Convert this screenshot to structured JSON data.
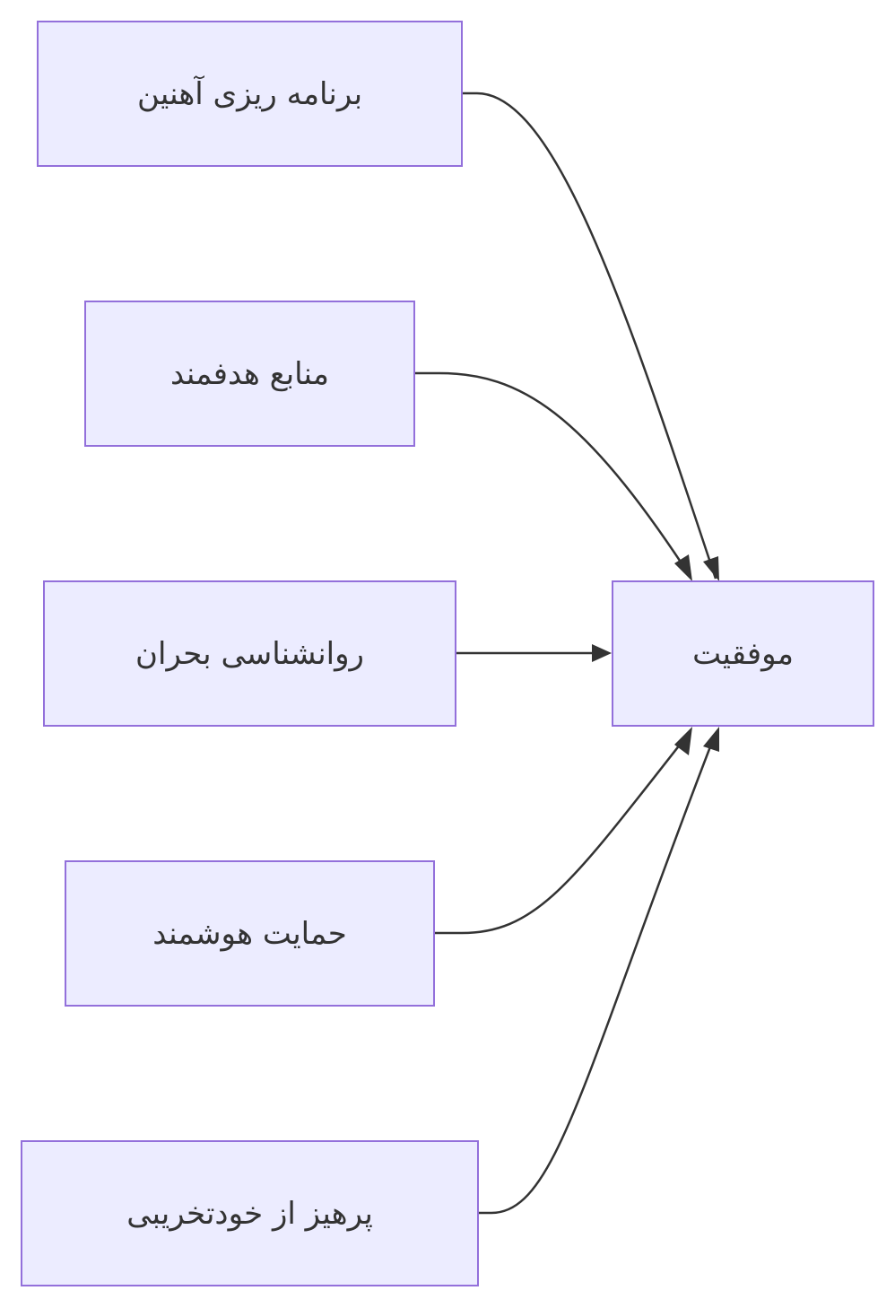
{
  "diagram": {
    "nodes": {
      "planning": "برنامه ریزی آهنین",
      "resources": "منابع هدفمند",
      "psych": "روانشناسی بحران",
      "support": "حمایت هوشمند",
      "avoid": "پرهیز از خودتخریبی",
      "success": "موفقیت"
    },
    "edges": [
      {
        "from": "planning",
        "to": "success"
      },
      {
        "from": "resources",
        "to": "success"
      },
      {
        "from": "psych",
        "to": "success"
      },
      {
        "from": "support",
        "to": "success"
      },
      {
        "from": "avoid",
        "to": "success"
      }
    ],
    "colors": {
      "node_fill": "#ececff",
      "node_border": "#9370db",
      "edge": "#333333",
      "text": "#333333"
    }
  }
}
